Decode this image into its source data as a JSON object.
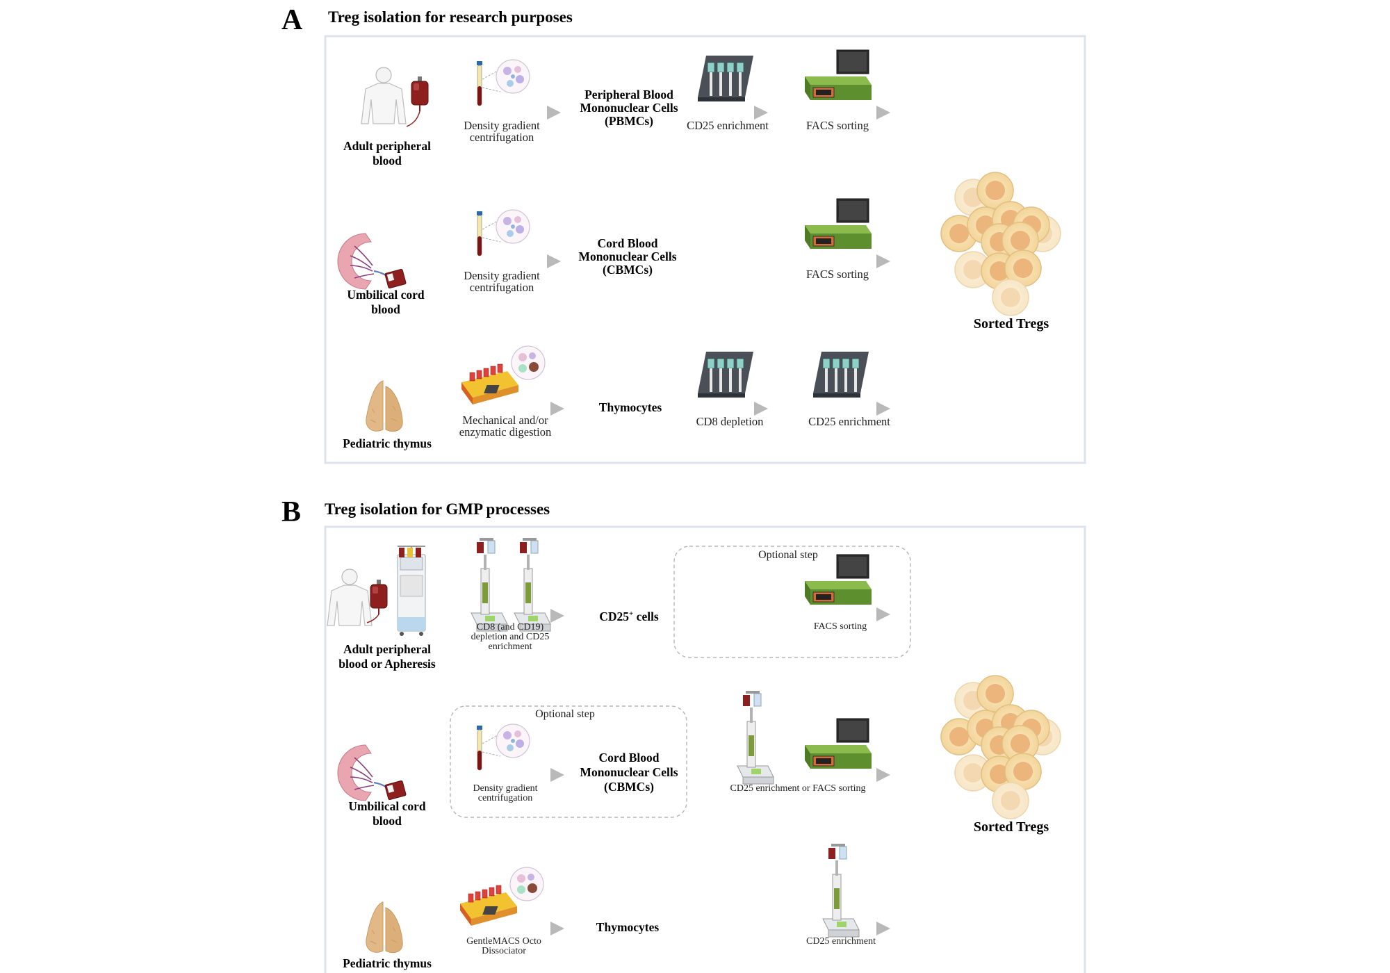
{
  "panelA": {
    "letter": "A",
    "title": "Treg isolation for research purposes",
    "row1": {
      "source": [
        "Adult peripheral",
        "blood"
      ],
      "step1": [
        "Density gradient",
        "centrifugation"
      ],
      "intermediate": [
        "Peripheral Blood",
        "Mononuclear Cells",
        "(PBMCs)"
      ],
      "step2": "CD25 enrichment",
      "step3": "FACS sorting"
    },
    "row2": {
      "source": [
        "Umbilical cord",
        "blood"
      ],
      "step1": [
        "Density gradient",
        "centrifugation"
      ],
      "intermediate": [
        "Cord Blood",
        "Mononuclear Cells",
        "(CBMCs)"
      ],
      "step2": "FACS sorting"
    },
    "row3": {
      "source": [
        "Pediatric thymus"
      ],
      "step1": [
        "Mechanical and/or",
        "enzymatic digestion"
      ],
      "intermediate": [
        "Thymocytes"
      ],
      "step2": "CD8 depletion",
      "step3": "CD25 enrichment"
    },
    "output": "Sorted Tregs"
  },
  "panelB": {
    "letter": "B",
    "title": "Treg isolation for GMP processes",
    "row1": {
      "source": [
        "Adult peripheral",
        "blood or Apheresis"
      ],
      "step1": [
        "CD8 (and CD19)",
        "depletion and CD25",
        "enrichment"
      ],
      "intermediate_main": "CD25",
      "intermediate_sup": "+",
      "intermediate_rest": " cells",
      "optional_label": "Optional step",
      "step2": "FACS sorting"
    },
    "row2": {
      "source": [
        "Umbilical cord",
        "blood"
      ],
      "optional_label": "Optional step",
      "step1": [
        "Density gradient",
        "centrifugation"
      ],
      "intermediate": [
        "Cord Blood",
        "Mononuclear Cells",
        "(CBMCs)"
      ],
      "step2": "CD25 enrichment or FACS sorting"
    },
    "row3": {
      "source": [
        "Pediatric thymus"
      ],
      "step1": [
        "GentleMACS Octo",
        "Dissociator"
      ],
      "intermediate": [
        "Thymocytes"
      ],
      "step2": "CD25 enrichment"
    },
    "output": "Sorted Tregs"
  },
  "colors": {
    "panel_border": "#dde3ee",
    "arrow": "#b9b9b9",
    "cell_fill": "#f6dcaa",
    "cell_core": "#eab57a",
    "thymus": "#dcb27c",
    "blood": "#8e1f1f",
    "sorter_green": "#6b9b3a",
    "screen": "#333333"
  }
}
